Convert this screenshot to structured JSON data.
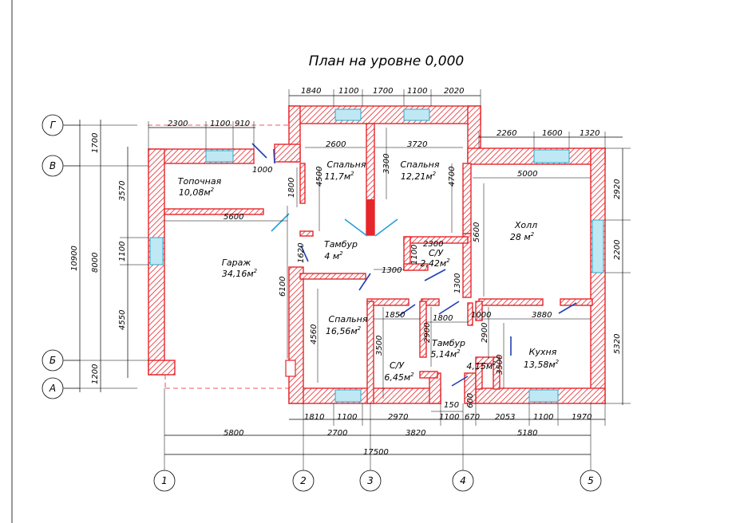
{
  "title": "План на уровне 0,000",
  "rooms": [
    {
      "name": "Топочная",
      "area": "10,08м",
      "sup": "2"
    },
    {
      "name": "Гараж",
      "area": "34,16м",
      "sup": "2"
    },
    {
      "name": "Спальня",
      "area": "11,7м",
      "sup": "2"
    },
    {
      "name": "Спальня",
      "area": "12,21м",
      "sup": "2"
    },
    {
      "name": "Тамбур",
      "area": "4 м",
      "sup": "2"
    },
    {
      "name": "С/У",
      "area": "2,42м",
      "sup": "2"
    },
    {
      "name": "Холл",
      "area": "28 м",
      "sup": "2"
    },
    {
      "name": "Спальня",
      "area": "16,56м",
      "sup": "2"
    },
    {
      "name": "С/У",
      "area": "6,45м",
      "sup": "2"
    },
    {
      "name": "Тамбур",
      "area": "5,14м",
      "sup": "2"
    },
    {
      "name": "Кухня",
      "area": "13,58м",
      "sup": "2"
    },
    {
      "name": "",
      "area": "4,15м",
      "sup": "2"
    }
  ],
  "axes_letters": [
    "Г",
    "В",
    "Б",
    "А"
  ],
  "axes_numbers": [
    "1",
    "2",
    "3",
    "4",
    "5"
  ],
  "dims": {
    "top_row1": [
      "1840",
      "1100",
      "1700",
      "1100",
      "2020"
    ],
    "top_row2_left": [
      "2300",
      "1100",
      "910"
    ],
    "top_row2_right": [
      "2260",
      "1600",
      "1320"
    ],
    "bottom_row1": [
      "1810",
      "1100",
      "2970",
      "1100",
      "670",
      "2053",
      "1100",
      "1970"
    ],
    "bottom_row2": [
      "5800",
      "2700",
      "3820",
      "5180"
    ],
    "bottom_total": "17500",
    "bottom_small": "150",
    "left_outer": "10900",
    "left_mid": [
      "1700",
      "8000",
      "1200"
    ],
    "left_inner": [
      "3570",
      "1100",
      "4550"
    ],
    "right": [
      "2920",
      "2200",
      "5320"
    ],
    "inner": [
      "2600",
      "3720",
      "5000",
      "3300",
      "4500",
      "4700",
      "1800",
      "1000",
      "5600",
      "1620",
      "6100",
      "2300",
      "1100",
      "1300",
      "1300",
      "5600",
      "4560",
      "3500",
      "2900",
      "1850",
      "1800",
      "1000",
      "3880",
      "2900",
      "3500",
      "600"
    ]
  }
}
